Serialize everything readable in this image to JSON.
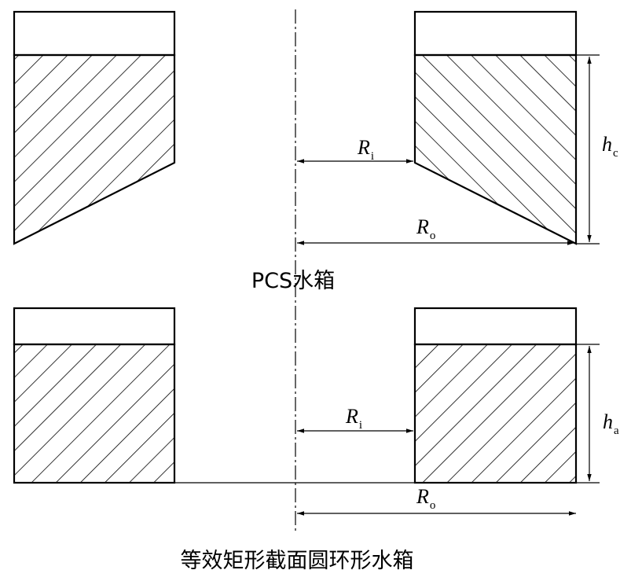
{
  "labels": {
    "ri_top": {
      "main": "R",
      "sub": "i"
    },
    "ro_top": {
      "main": "R",
      "sub": "o"
    },
    "hc": {
      "main": "h",
      "sub": "c"
    },
    "ri_bottom": {
      "main": "R",
      "sub": "i"
    },
    "ro_bottom": {
      "main": "R",
      "sub": "o"
    },
    "ha": {
      "main": "h",
      "sub": "a"
    }
  },
  "captions": {
    "top": "PCS水箱",
    "bottom": "等效矩形截面圆环形水箱"
  },
  "colors": {
    "line": "#000000",
    "background": "#ffffff"
  }
}
